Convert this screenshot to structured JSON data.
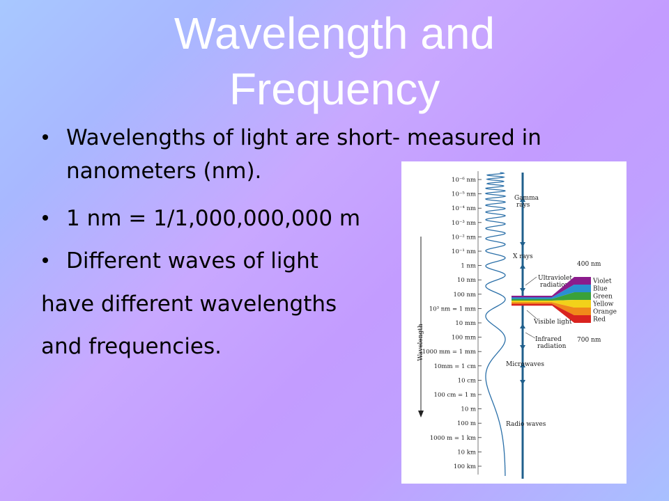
{
  "slide": {
    "title_line1": "Wavelength and",
    "title_line2": "Frequency",
    "bullets": [
      {
        "l1": "Wavelengths of light are short- measured in",
        "l2": "nanometers (nm)."
      },
      {
        "l1": "1 nm = 1/1,000,000,000 m"
      },
      {
        "l1": "Different waves of light"
      }
    ],
    "plain_lines": [
      "have different wavelengths",
      "and frequencies."
    ]
  },
  "diagram": {
    "axis_label": "Wavelength",
    "scale_labels": [
      "10⁻⁶ nm",
      "10⁻⁵ nm",
      "10⁻⁴ nm",
      "10⁻³ nm",
      "10⁻² nm",
      "10⁻¹ nm",
      "1 nm",
      "10 nm",
      "100 nm",
      "10³ nm = 1 mm",
      "10 mm",
      "100 mm",
      "1000 mm = 1 mm",
      "10mm = 1 cm",
      "10 cm",
      "100 cm = 1 m",
      "10 m",
      "100 m",
      "1000 m = 1 km",
      "10 km",
      "100 km"
    ],
    "region_labels": [
      {
        "key": "gamma",
        "l1": "Gamma",
        "l2": "rays"
      },
      {
        "key": "xrays",
        "l1": "X rays",
        "l2": ""
      },
      {
        "key": "uv",
        "l1": "Ultraviolet",
        "l2": "radiation"
      },
      {
        "key": "visible",
        "l1": "Visible light",
        "l2": ""
      },
      {
        "key": "ir",
        "l1": "Infrared",
        "l2": "radiation"
      },
      {
        "key": "micro",
        "l1": "Microwaves",
        "l2": ""
      },
      {
        "key": "radio",
        "l1": "Radio waves",
        "l2": ""
      }
    ],
    "spectrum": {
      "top_label": "400 nm",
      "bottom_label": "700 nm",
      "colors": [
        {
          "name": "Violet",
          "hex": "#8b1c8c"
        },
        {
          "name": "Blue",
          "hex": "#2a8fd0"
        },
        {
          "name": "Green",
          "hex": "#3aa13a"
        },
        {
          "name": "Yellow",
          "hex": "#f2d21a"
        },
        {
          "name": "Orange",
          "hex": "#f08a1a"
        },
        {
          "name": "Red",
          "hex": "#d9231f"
        }
      ]
    },
    "wave_color": "#2a6fa8",
    "axis_color": "#1f5f8c"
  }
}
